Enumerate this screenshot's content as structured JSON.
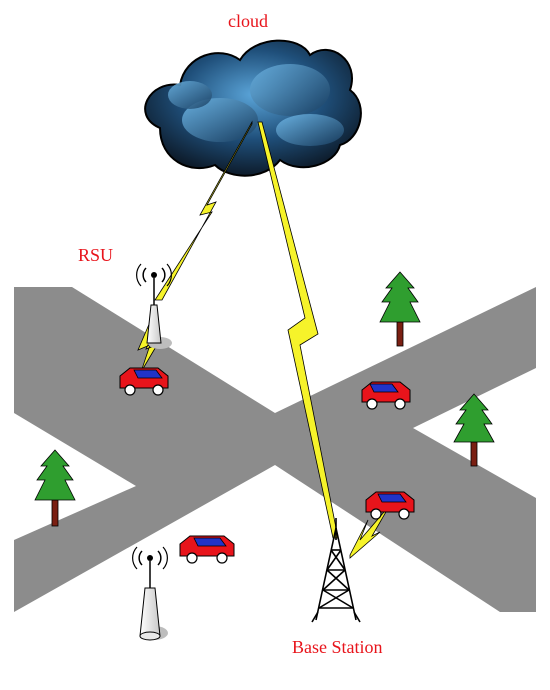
{
  "labels": {
    "cloud": "cloud",
    "rsu": "RSU",
    "base_station": "Base Station"
  },
  "colors": {
    "label": "#e8141b",
    "road": "#8c8c8c",
    "cloud_dark": "#0d1b2a",
    "cloud_light": "#5aa4d8",
    "lightning": "#f6f32a",
    "car_body": "#e8141b",
    "car_roof": "#2133c8",
    "tree": "#2f9e2f",
    "trunk": "#7a1f12"
  },
  "icons": [
    "cloud-icon",
    "lightning-icon",
    "rsu-tower-icon",
    "base-station-tower-icon",
    "car-icon",
    "tree-icon"
  ]
}
